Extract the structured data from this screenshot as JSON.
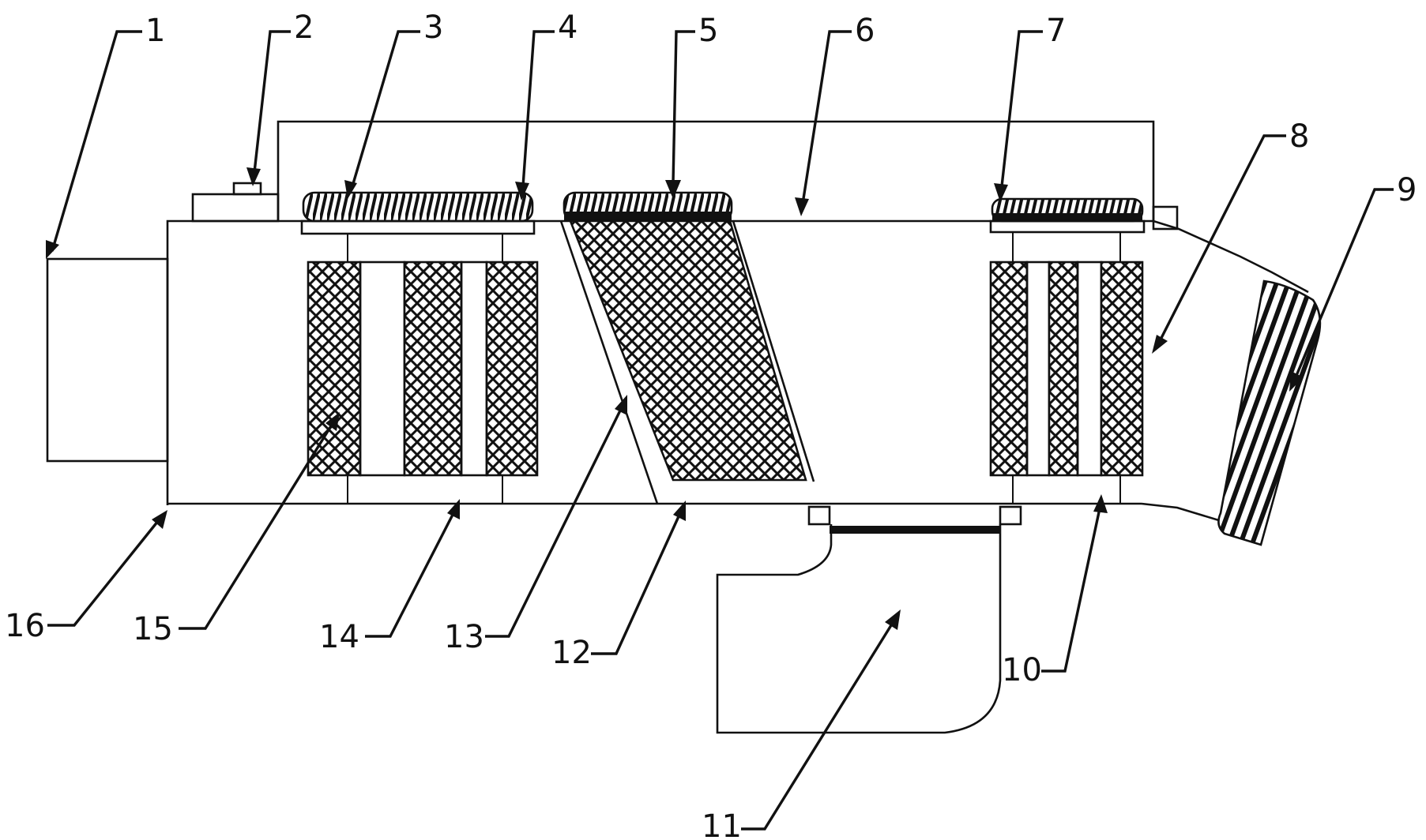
{
  "labels": [
    "1",
    "2",
    "3",
    "4",
    "5",
    "6",
    "7",
    "8",
    "9",
    "10",
    "11",
    "12",
    "13",
    "14",
    "15",
    "16"
  ]
}
